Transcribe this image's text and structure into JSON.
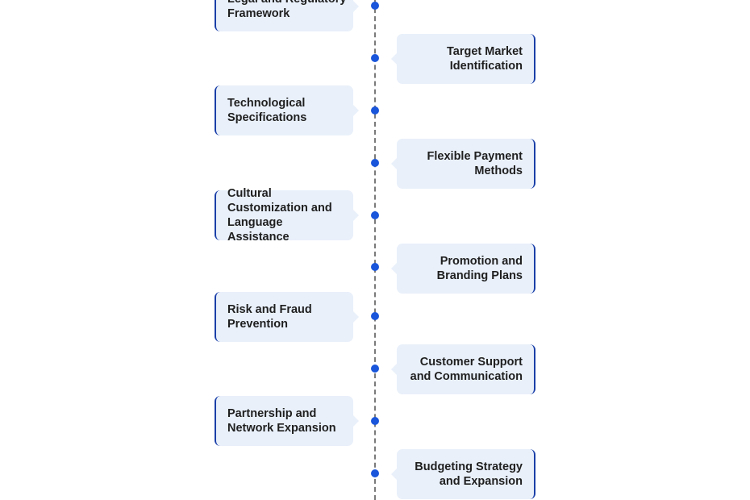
{
  "timeline": {
    "accent_color": "#1a56db",
    "line_color": "#7a7a7a",
    "items": [
      {
        "label": "Legal and Regulatory Framework",
        "side": "left"
      },
      {
        "label": "Target Market Identification",
        "side": "right"
      },
      {
        "label": "Technological Specifications",
        "side": "left"
      },
      {
        "label": "Flexible Payment Methods",
        "side": "right"
      },
      {
        "label": "Cultural Customization and Language Assistance",
        "side": "left"
      },
      {
        "label": "Promotion and Branding Plans",
        "side": "right"
      },
      {
        "label": "Risk and Fraud Prevention",
        "side": "left"
      },
      {
        "label": "Customer Support and Communication",
        "side": "right"
      },
      {
        "label": "Partnership and Network Expansion",
        "side": "left"
      },
      {
        "label": "Budgeting Strategy and Expansion",
        "side": "right"
      }
    ]
  }
}
